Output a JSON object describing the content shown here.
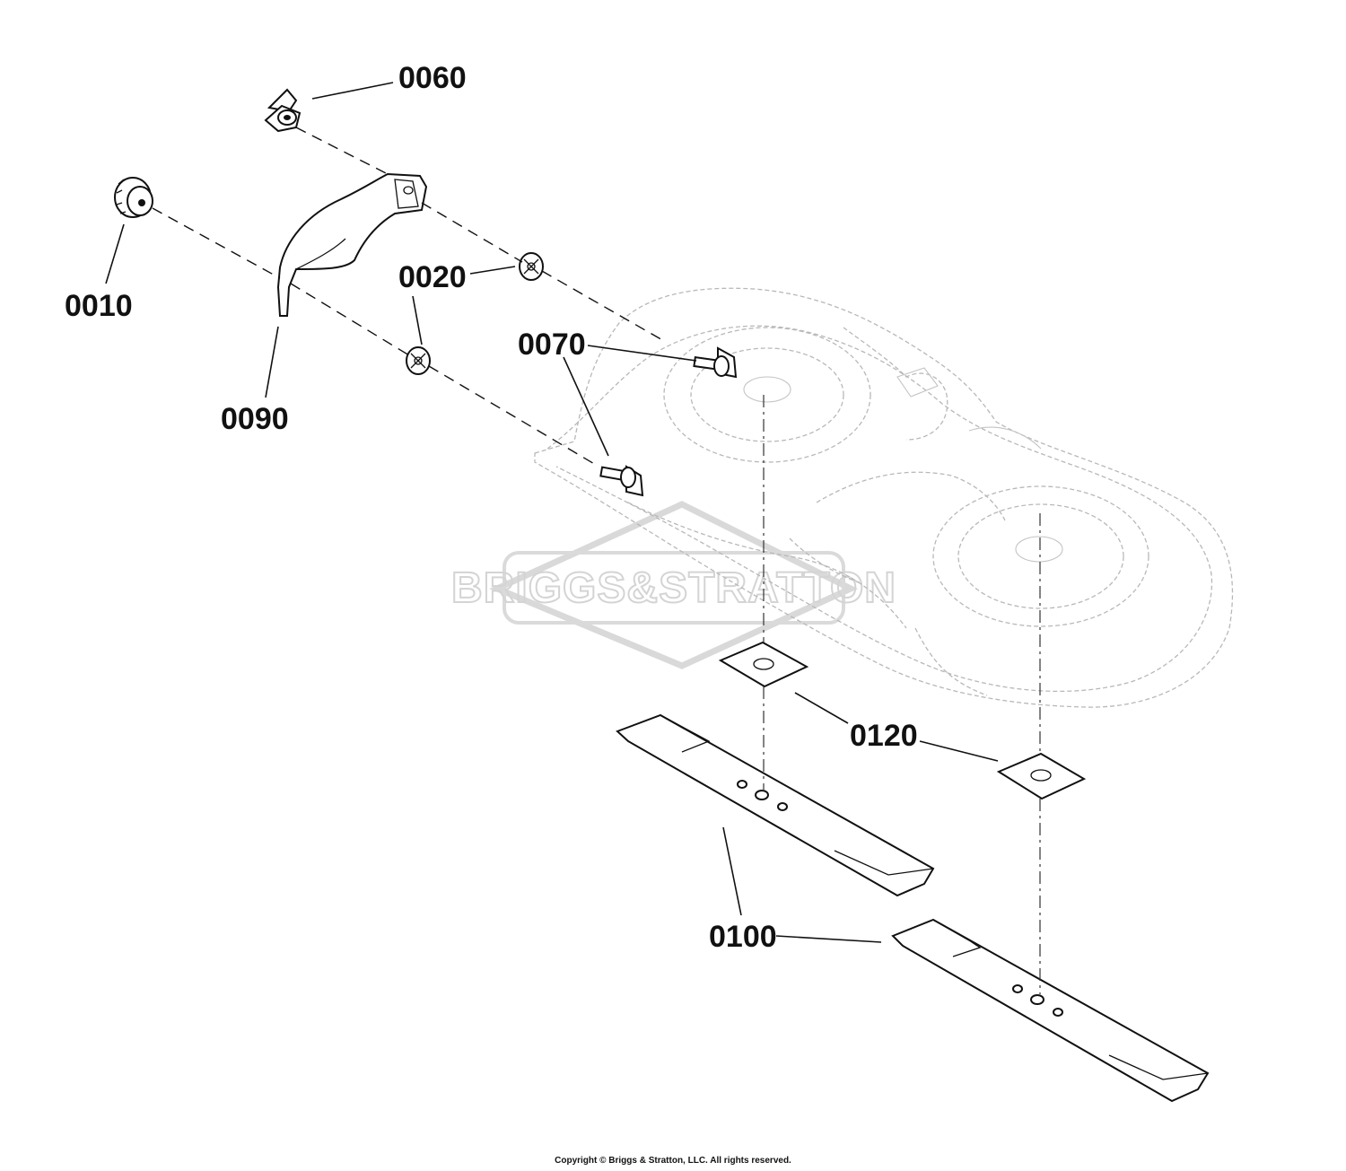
{
  "diagram": {
    "callouts": [
      {
        "id": "c0060",
        "label": "0060"
      },
      {
        "id": "c0010",
        "label": "0010"
      },
      {
        "id": "c0020",
        "label": "0020"
      },
      {
        "id": "c0070",
        "label": "0070"
      },
      {
        "id": "c0090",
        "label": "0090"
      },
      {
        "id": "c0120",
        "label": "0120"
      },
      {
        "id": "c0100",
        "label": "0100"
      }
    ],
    "watermark_text": "BRIGGS&STRATTON",
    "footer": "Copyright © Briggs & Stratton, LLC. All rights reserved."
  }
}
